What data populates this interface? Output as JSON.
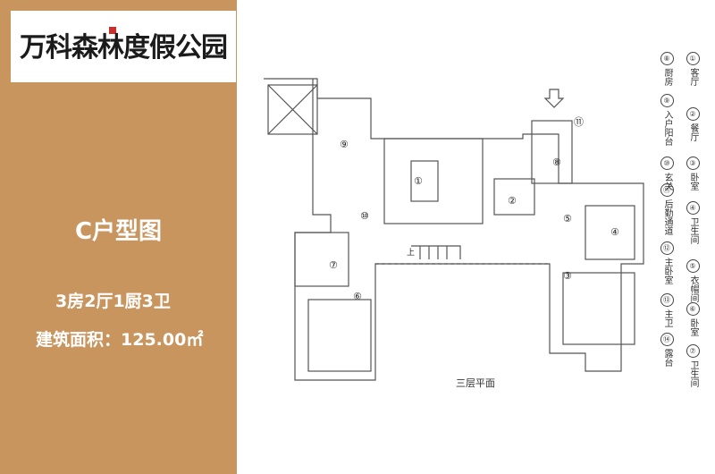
{
  "logo": {
    "text": "万科森林度假公园"
  },
  "plan": {
    "title": "C户型图",
    "rooms": "3房2厅1厨3卫",
    "area_label": "建筑面积：",
    "area_value": "125.00㎡"
  },
  "floor": {
    "caption": "三层平面",
    "entry_label": "上"
  },
  "legend": [
    {
      "num": "①",
      "label": "客厅"
    },
    {
      "num": "②",
      "label": "餐厅"
    },
    {
      "num": "③",
      "label": "卧室"
    },
    {
      "num": "④",
      "label": "卫生间"
    },
    {
      "num": "⑤",
      "label": "衣帽间"
    },
    {
      "num": "⑥",
      "label": "卧室"
    },
    {
      "num": "⑦",
      "label": "卫生间"
    },
    {
      "num": "⑧",
      "label": "厨房"
    },
    {
      "num": "⑨",
      "label": "入户阳台"
    },
    {
      "num": "⑩",
      "label": "玄关"
    },
    {
      "num": "⑪",
      "label": "后勤通道"
    },
    {
      "num": "⑫",
      "label": "主卧室"
    },
    {
      "num": "⑬",
      "label": "主卫"
    },
    {
      "num": "⑭",
      "label": "露台"
    }
  ]
}
